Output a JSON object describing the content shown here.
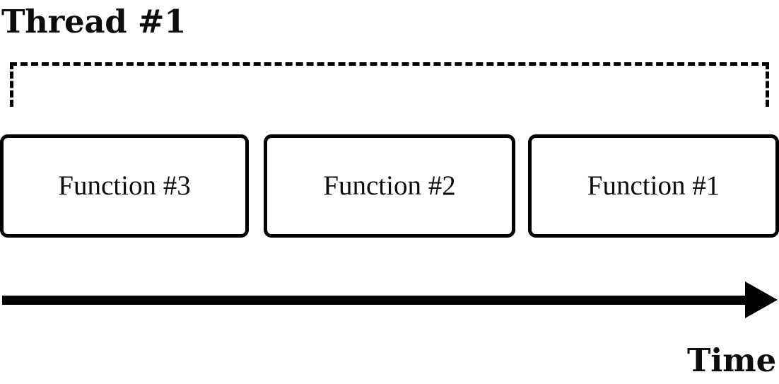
{
  "diagram": {
    "title": "Thread #1",
    "axis_label": "Time",
    "colors": {
      "foreground": "#000000",
      "text": "#0d0d0d",
      "background": "#ffffff"
    },
    "thread_bracket": {
      "style": "dashed",
      "open_side": "bottom"
    },
    "functions": [
      {
        "label": "Function #3"
      },
      {
        "label": "Function #2"
      },
      {
        "label": "Function #1"
      }
    ],
    "axis": {
      "direction": "left-to-right",
      "arrowhead": "right"
    }
  }
}
